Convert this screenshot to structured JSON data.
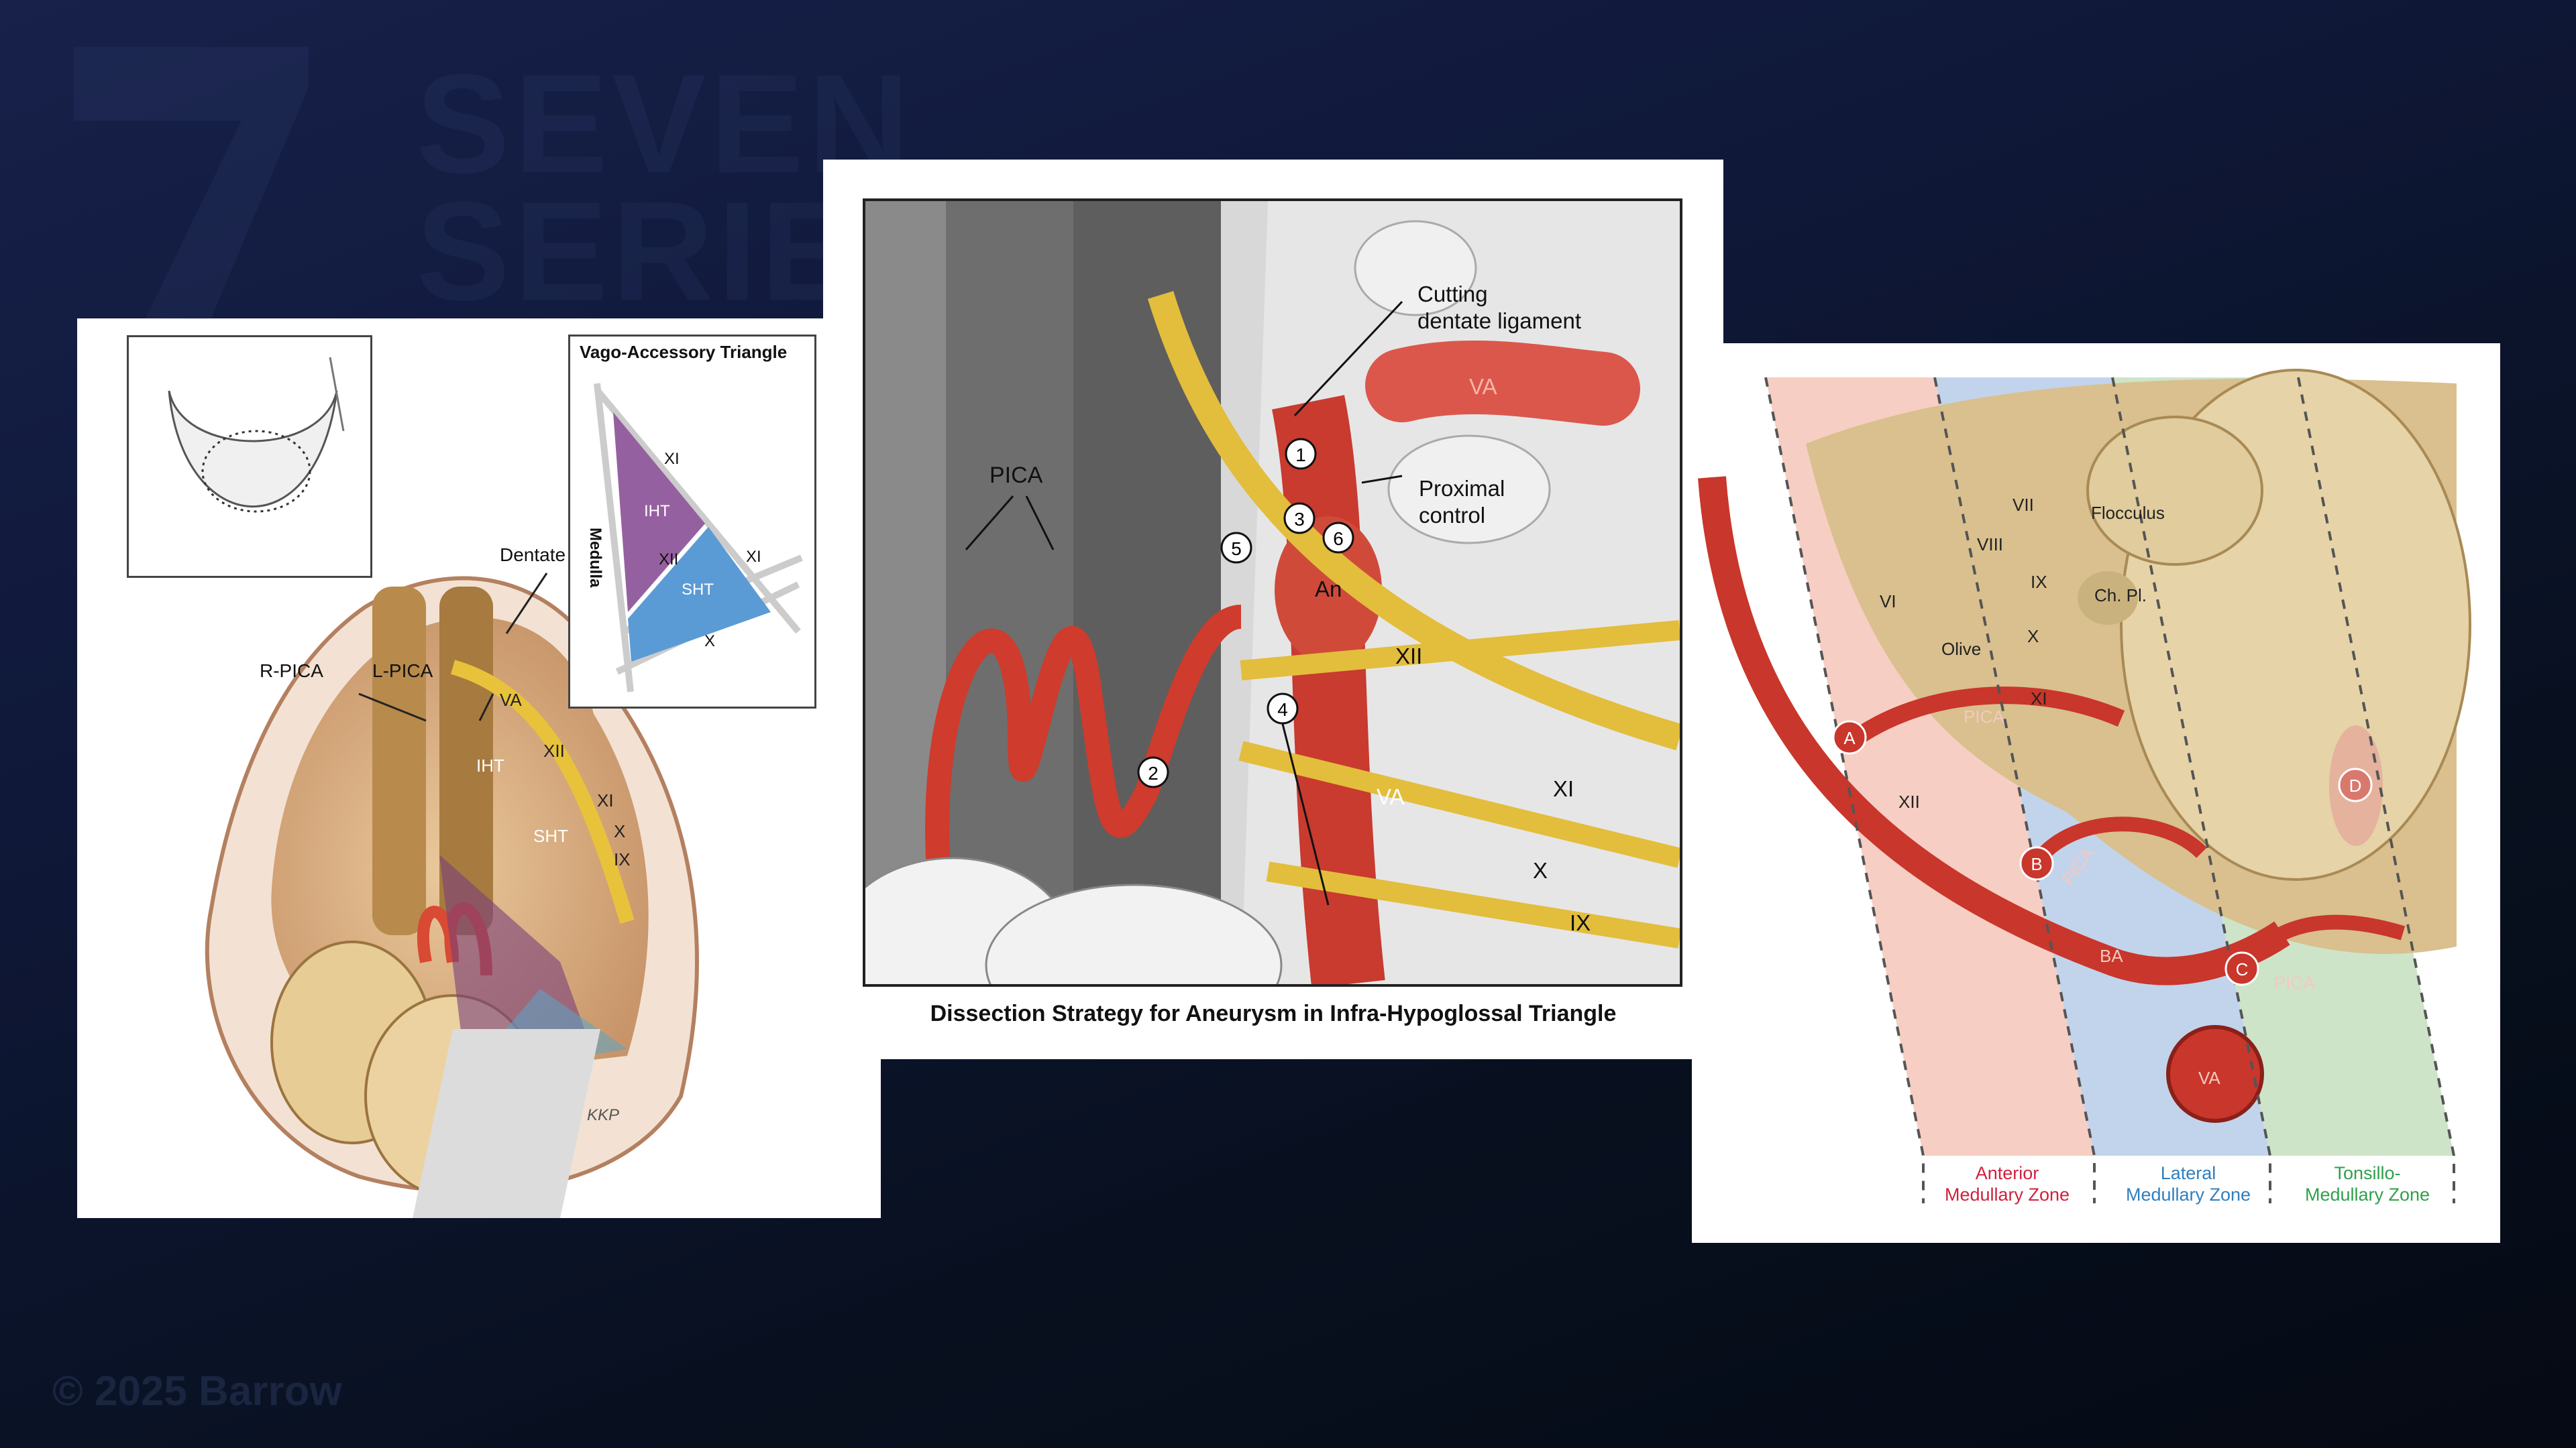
{
  "watermark": {
    "brand": "SEVEN SERIES",
    "copyright": "© 2025 Barrow"
  },
  "left_figure": {
    "inset_title": "Vago-Accessory Triangle",
    "inset_labels": {
      "xi_top": "XI",
      "iht": "IHT",
      "xii": "XII",
      "xi_right": "XI",
      "sht": "SHT",
      "medulla": "Medulla",
      "x": "X"
    },
    "labels": {
      "dentate": "Dentate",
      "r_pica": "R-PICA",
      "l_pica": "L-PICA",
      "va": "VA",
      "iht": "IHT",
      "xii": "XII",
      "xi": "XI",
      "sht": "SHT",
      "x": "X",
      "ix": "IX",
      "signature": "KKP"
    }
  },
  "middle_figure": {
    "caption": "Dissection Strategy for Aneurysm in Infra-Hypoglossal Triangle",
    "labels": {
      "pica": "PICA",
      "cutting": "Cutting",
      "dentate_ligament": "dentate ligament",
      "va_top": "VA",
      "proximal": "Proximal",
      "control": "control",
      "an": "An",
      "xii": "XII",
      "va": "VA",
      "xi": "XI",
      "x": "X",
      "ix": "IX"
    },
    "steps": [
      "1",
      "2",
      "3",
      "4",
      "5",
      "6"
    ]
  },
  "right_figure": {
    "labels": {
      "vii": "VII",
      "flocculus": "Flocculus",
      "viii": "VIII",
      "ix": "IX",
      "ch_pl": "Ch. Pl.",
      "vi": "VI",
      "x": "X",
      "olive": "Olive",
      "xi": "XI",
      "pica1": "PICA",
      "xii": "XII",
      "pica2": "PICA",
      "ba": "BA",
      "pica3": "PICA",
      "va": "VA"
    },
    "markers": [
      "A",
      "B",
      "C",
      "D"
    ],
    "zones": [
      {
        "line1": "Anterior",
        "line2": "Medullary Zone",
        "color": "#d0203f"
      },
      {
        "line1": "Lateral",
        "line2": "Medullary Zone",
        "color": "#2f7fc0"
      },
      {
        "line1": "Tonsillo-",
        "line2": "Medullary Zone",
        "color": "#2fa04a"
      }
    ]
  }
}
